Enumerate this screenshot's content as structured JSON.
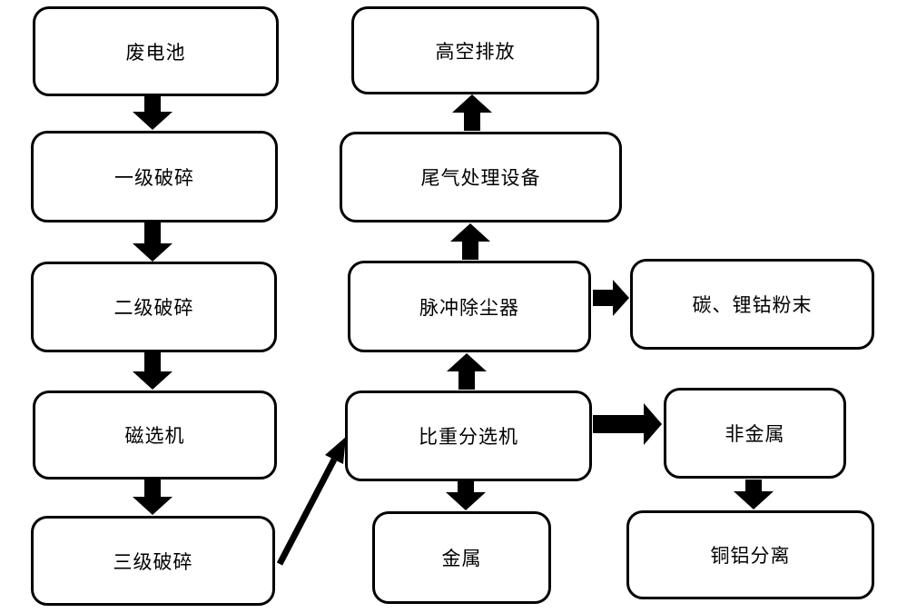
{
  "diagram_type": "flowchart",
  "colors": {
    "background": "#ffffff",
    "box_fill": "#ffffff",
    "box_border": "#000000",
    "arrow": "#000000",
    "text": "#000000"
  },
  "nodes": {
    "waste_battery": {
      "label": "废电池"
    },
    "primary_crushing": {
      "label": "一级破碎"
    },
    "secondary_crushing": {
      "label": "二级破碎"
    },
    "magnetic_separator": {
      "label": "磁选机"
    },
    "tertiary_crushing": {
      "label": "三级破碎"
    },
    "high_altitude_discharge": {
      "label": "高空排放"
    },
    "tail_gas_treatment": {
      "label": "尾气处理设备"
    },
    "pulse_dust_collector": {
      "label": "脉冲除尘器"
    },
    "gravity_separator": {
      "label": "比重分选机"
    },
    "metal": {
      "label": "金属"
    },
    "carbon_lithium_cobalt_powder": {
      "label": "碳、锂钴粉末"
    },
    "non_metal": {
      "label": "非金属"
    },
    "copper_aluminum_separation": {
      "label": "铜铝分离"
    }
  },
  "edges": [
    {
      "from": "废电池",
      "to": "一级破碎",
      "direction": "down"
    },
    {
      "from": "一级破碎",
      "to": "二级破碎",
      "direction": "down"
    },
    {
      "from": "二级破碎",
      "to": "磁选机",
      "direction": "down"
    },
    {
      "from": "磁选机",
      "to": "三级破碎",
      "direction": "down"
    },
    {
      "from": "三级破碎",
      "to": "比重分选机",
      "direction": "diagonal-up-right"
    },
    {
      "from": "比重分选机",
      "to": "脉冲除尘器",
      "direction": "up"
    },
    {
      "from": "脉冲除尘器",
      "to": "尾气处理设备",
      "direction": "up"
    },
    {
      "from": "尾气处理设备",
      "to": "高空排放",
      "direction": "up"
    },
    {
      "from": "脉冲除尘器",
      "to": "碳、锂钴粉末",
      "direction": "right"
    },
    {
      "from": "比重分选机",
      "to": "非金属",
      "direction": "right"
    },
    {
      "from": "比重分选机",
      "to": "金属",
      "direction": "down"
    },
    {
      "from": "非金属",
      "to": "铜铝分离",
      "direction": "down"
    }
  ]
}
